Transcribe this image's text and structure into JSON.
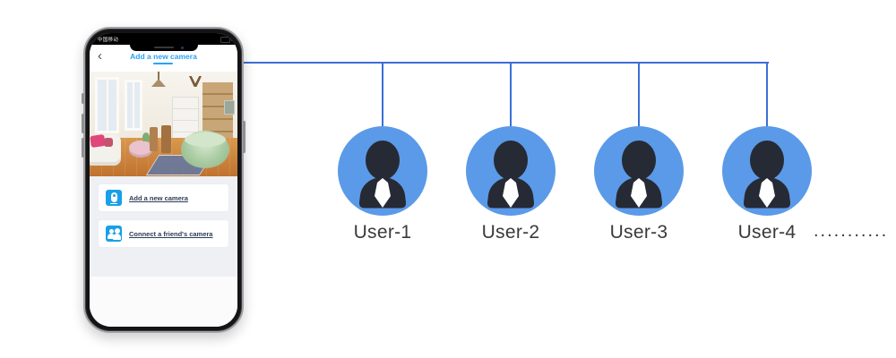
{
  "phone": {
    "status": {
      "carrier": "中国移动"
    },
    "header": {
      "back_icon": "‹",
      "title": "Add a new camera"
    },
    "camera_preview": {
      "description": "living room camera view"
    },
    "menu": {
      "items": [
        {
          "icon": "camera-icon",
          "label": "Add a new camera"
        },
        {
          "icon": "people-icon",
          "label": "Connect a friend's camera"
        }
      ]
    }
  },
  "diagram": {
    "users": [
      {
        "label": "User-1"
      },
      {
        "label": "User-2"
      },
      {
        "label": "User-3"
      },
      {
        "label": "User-4"
      }
    ],
    "more_indicator": "..........."
  },
  "colors": {
    "connector_blue": "#3b6fd6",
    "avatar_blue": "#5b9ae8",
    "avatar_person": "#262a35",
    "title_blue": "#2aa2f2",
    "menu_icon_blue": "#18a0e8"
  }
}
